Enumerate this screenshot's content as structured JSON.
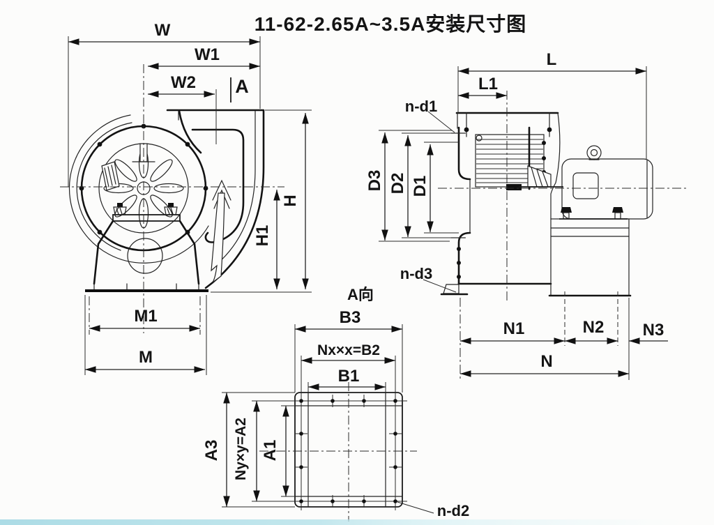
{
  "title": "11-62-2.65A~3.5A安装尺寸图",
  "front_view": {
    "dims": {
      "w": "W",
      "w1": "W1",
      "w2": "W2",
      "section_mark": "A",
      "h": "H",
      "h1": "H1",
      "m1": "M1",
      "m": "M"
    }
  },
  "side_view": {
    "dims": {
      "l": "L",
      "l1": "L1",
      "d3": "D3",
      "d2": "D2",
      "d1": "D1",
      "n1": "N1",
      "n2": "N2",
      "n3": "N3",
      "n": "N"
    },
    "callouts": {
      "nd1": "n-d1",
      "nd3": "n-d3"
    }
  },
  "flange_view": {
    "view_label": "A向",
    "dims": {
      "b3": "B3",
      "b2": "Nx×x=B2",
      "b1": "B1",
      "a3": "A3",
      "a2": "Ny×y=A2",
      "a1": "A1"
    },
    "callouts": {
      "nd2": "n-d2"
    }
  }
}
